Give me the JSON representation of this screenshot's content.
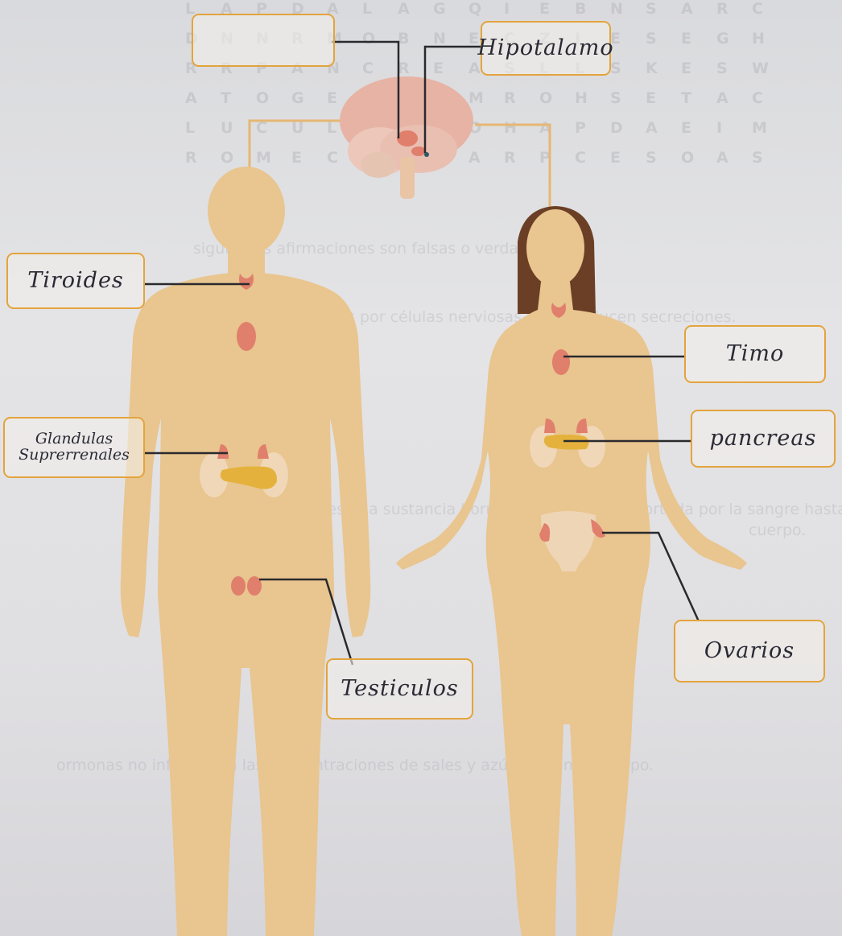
{
  "background": {
    "puzzle_rows": [
      "L A P D A L A G Q I E B N S A R C",
      "D N N R M O B N E C Z I E S E G H",
      "R R P A N C R E A S L L S K E S W",
      "A T O G E H N O M R O H S E T A C",
      "L U C U L O S H O H A P D A E I M",
      "R O M E C U I D A R P C E S O A S"
    ],
    "faint_text_lines": [
      "siguientes afirmaciones son falsas o verdaderas",
      "dulas están compuestas por células nerviosas y no producen secreciones.",
      "one es una sustancia hormona, que es transportada por la sangre hasta las",
      "cuerpo.",
      "ormonas no influyen en las concentraciones de sales y azúcares en el cuerpo."
    ]
  },
  "labels": {
    "top_left_box": "",
    "hipotalamo": "Hipotalamo",
    "tiroides": "Tiroides",
    "glandulas_suprarrenales": "Glandulas Suprerrenales",
    "timo": "Timo",
    "pancreas": "pancreas",
    "testiculos": "Testiculos",
    "ovarios": "Ovarios"
  },
  "colors": {
    "body_skin": "#e9c58f",
    "organ": "#e07f6c",
    "pancreas": "#e4b23c",
    "label_border": "#e3a43c",
    "leader_line": "#2a2a2e",
    "hair": "#6b3f25",
    "brain": "#e6b3a4"
  }
}
